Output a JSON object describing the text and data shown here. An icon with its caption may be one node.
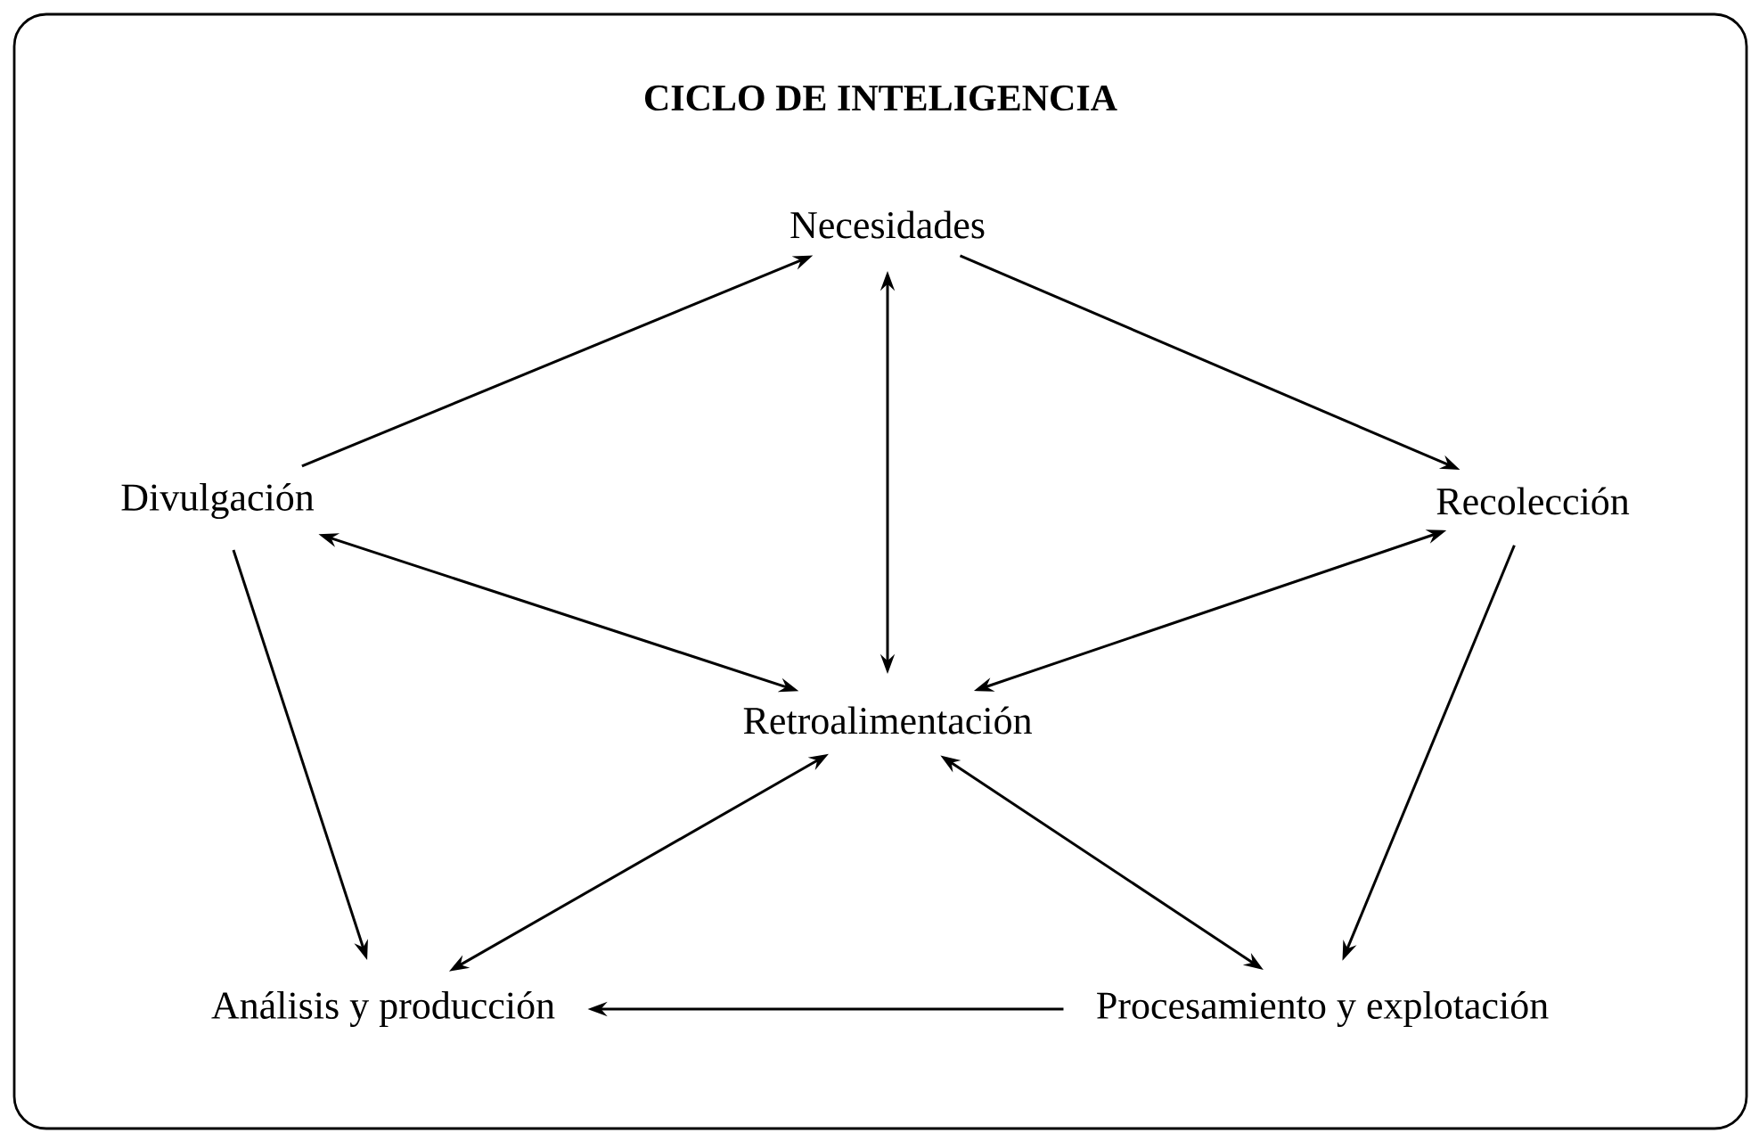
{
  "diagram": {
    "title": "CICLO DE INTELIGENCIA",
    "nodes": [
      {
        "text": [
          "Necesidades"
        ]
      },
      {
        "text": [
          "Recolección"
        ]
      },
      {
        "text": [
          "Procesamiento y explotación"
        ]
      },
      {
        "text": [
          "Análisis y producción"
        ]
      },
      {
        "text": [
          "Divulgación"
        ]
      },
      {
        "text": [
          "Retroalimentación"
        ]
      }
    ],
    "edges": [
      {
        "from": 0,
        "to": 1,
        "arrow": "to"
      },
      {
        "from": 1,
        "to": 2,
        "arrow": "to"
      },
      {
        "from": 2,
        "to": 3,
        "arrow": "to"
      },
      {
        "from": 4,
        "to": 3,
        "arrow": "to"
      },
      {
        "from": 4,
        "to": 0,
        "arrow": "to"
      },
      {
        "from": 5,
        "to": 0,
        "arrow": "both"
      },
      {
        "from": 5,
        "to": 1,
        "arrow": "both"
      },
      {
        "from": 5,
        "to": 2,
        "arrow": "both"
      },
      {
        "from": 5,
        "to": 3,
        "arrow": "both"
      },
      {
        "from": 5,
        "to": 4,
        "arrow": "both"
      }
    ]
  }
}
